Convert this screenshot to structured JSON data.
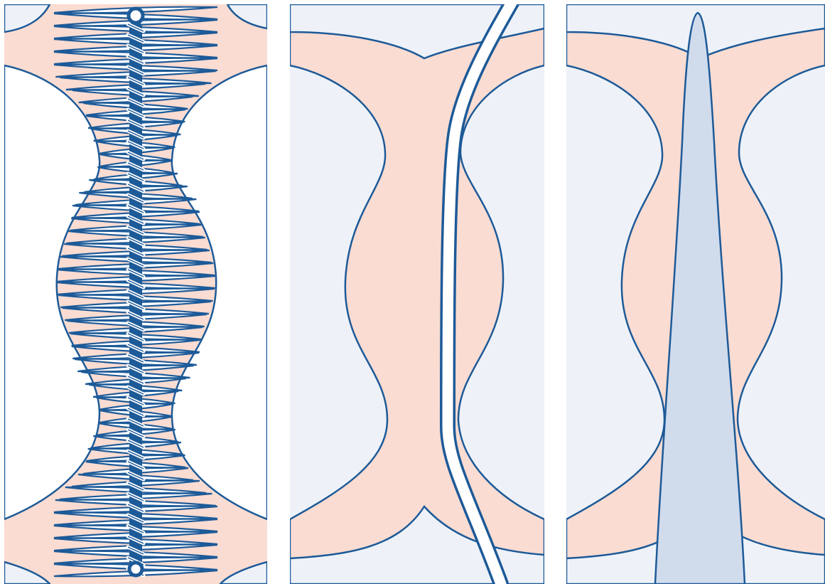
{
  "figure": {
    "panels": [
      {
        "id": "panel-1",
        "instrument": "twisted-wire-brush-icon"
      },
      {
        "id": "panel-2",
        "instrument": "smooth-wire-icon"
      },
      {
        "id": "panel-3",
        "instrument": "tapered-point-icon"
      }
    ],
    "colors": {
      "canal_fill": "#fadcd2",
      "outline": "#1d5a98",
      "background_band": "#eef2f8",
      "instrument_fill": "#d0dbec",
      "void_fill": "#ffffff"
    }
  }
}
